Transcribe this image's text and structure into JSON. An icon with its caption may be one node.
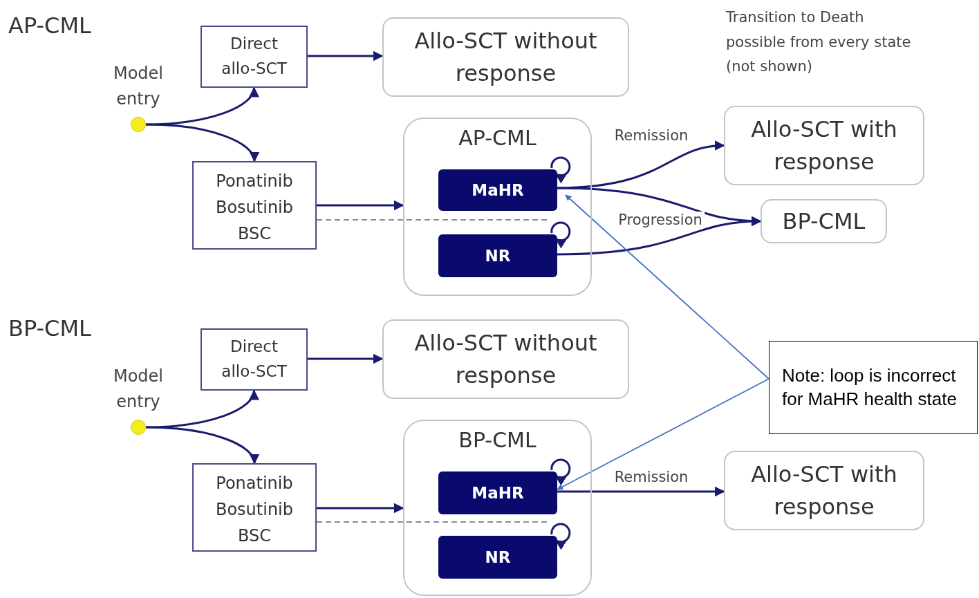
{
  "diagram": {
    "nodes": [
      {
        "text": [],
        "shape": "circle",
        "beside": [
          "Model entry"
        ]
      },
      {
        "text": [
          "Direct allo-SCT"
        ]
      },
      {
        "text": [
          "Allo-SCT without response"
        ]
      },
      {
        "text": [
          "Ponatinib Bosutinib",
          "BSC"
        ]
      },
      {
        "text": [
          "AP-CML"
        ]
      },
      {
        "text": [
          "MaHR"
        ],
        "in": 4
      },
      {
        "text": [
          "NR"
        ],
        "in": 4
      },
      {
        "text": [
          "Allo-SCT with response"
        ]
      },
      {
        "text": [
          "BP-CML"
        ]
      },
      {
        "text": [],
        "shape": "circle",
        "beside": [
          "Model entry"
        ]
      },
      {
        "text": [
          "Direct allo-SCT"
        ]
      },
      {
        "text": [
          "Allo-SCT without response"
        ]
      },
      {
        "text": [
          "Ponatinib Bosutinib",
          "BSC"
        ]
      },
      {
        "text": [
          "BP-CML"
        ]
      },
      {
        "text": [
          "MaHR"
        ],
        "in": 13
      },
      {
        "text": [
          "NR"
        ],
        "in": 13
      },
      {
        "text": [
          "Allo-SCT with response"
        ]
      },
      {
        "text": [
          "Note: loop is incorrect for MaHR health state"
        ]
      }
    ],
    "edges": [
      {
        "from": 0,
        "to": 1,
        "arrow": "to"
      },
      {
        "from": 0,
        "to": 3,
        "arrow": "to"
      },
      {
        "from": 1,
        "to": 2,
        "arrow": "to"
      },
      {
        "from": 3,
        "to": 4,
        "arrow": "to"
      },
      {
        "from": 5,
        "to": 5,
        "arrow": "to"
      },
      {
        "from": 6,
        "to": 6,
        "arrow": "to"
      },
      {
        "from": 5,
        "to": 7,
        "arrow": "to",
        "label": "Remission"
      },
      {
        "from": 5,
        "to": 8,
        "arrow": "to",
        "label": "Progression"
      },
      {
        "from": 6,
        "to": 8,
        "arrow": "to"
      },
      {
        "from": 9,
        "to": 10,
        "arrow": "to"
      },
      {
        "from": 9,
        "to": 12,
        "arrow": "to"
      },
      {
        "from": 10,
        "to": 11,
        "arrow": "to"
      },
      {
        "from": 12,
        "to": 13,
        "arrow": "to"
      },
      {
        "from": 14,
        "to": 14,
        "arrow": "to"
      },
      {
        "from": 15,
        "to": 15,
        "arrow": "to"
      },
      {
        "from": 14,
        "to": 16,
        "arrow": "to",
        "label": "Remission"
      },
      {
        "from": 17,
        "to": 5,
        "arrow": "to",
        "color": "#4472c4"
      },
      {
        "from": 17,
        "to": 14,
        "arrow": "to",
        "color": "#4472c4"
      }
    ],
    "labels": [
      "AP-CML",
      "Transition to Death possible from every state (not shown)",
      "BP-CML"
    ]
  }
}
